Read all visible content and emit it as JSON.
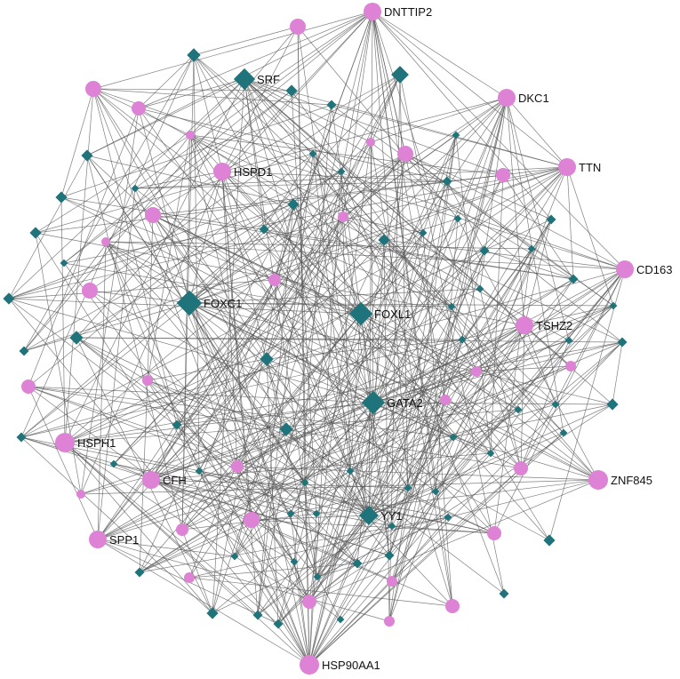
{
  "colors": {
    "gene": "#dd82d4",
    "tf": "#1f737a",
    "edge": "#555555"
  },
  "legend_note": "",
  "labeled_nodes": [
    {
      "id": "DNTTIP2",
      "label": "DNTTIP2",
      "kind": "gene"
    },
    {
      "id": "SRF",
      "label": "SRF",
      "kind": "tf"
    },
    {
      "id": "DKC1",
      "label": "DKC1",
      "kind": "gene"
    },
    {
      "id": "HSPD1",
      "label": "HSPD1",
      "kind": "gene"
    },
    {
      "id": "TTN",
      "label": "TTN",
      "kind": "gene"
    },
    {
      "id": "CD163",
      "label": "CD163",
      "kind": "gene"
    },
    {
      "id": "FOXC1",
      "label": "FOXC1",
      "kind": "tf"
    },
    {
      "id": "FOXL1",
      "label": "FOXL1",
      "kind": "tf"
    },
    {
      "id": "TSHZ2",
      "label": "TSHZ2",
      "kind": "gene"
    },
    {
      "id": "GATA2",
      "label": "GATA2",
      "kind": "tf"
    },
    {
      "id": "HSPH1",
      "label": "HSPH1",
      "kind": "gene"
    },
    {
      "id": "CFH",
      "label": "CFH",
      "kind": "gene"
    },
    {
      "id": "ZNF845",
      "label": "ZNF845",
      "kind": "gene"
    },
    {
      "id": "YY1",
      "label": "YY1",
      "kind": "tf"
    },
    {
      "id": "SPP1",
      "label": "SPP1",
      "kind": "gene"
    },
    {
      "id": "HSP90AA1",
      "label": "HSP90AA1",
      "kind": "gene"
    }
  ]
}
